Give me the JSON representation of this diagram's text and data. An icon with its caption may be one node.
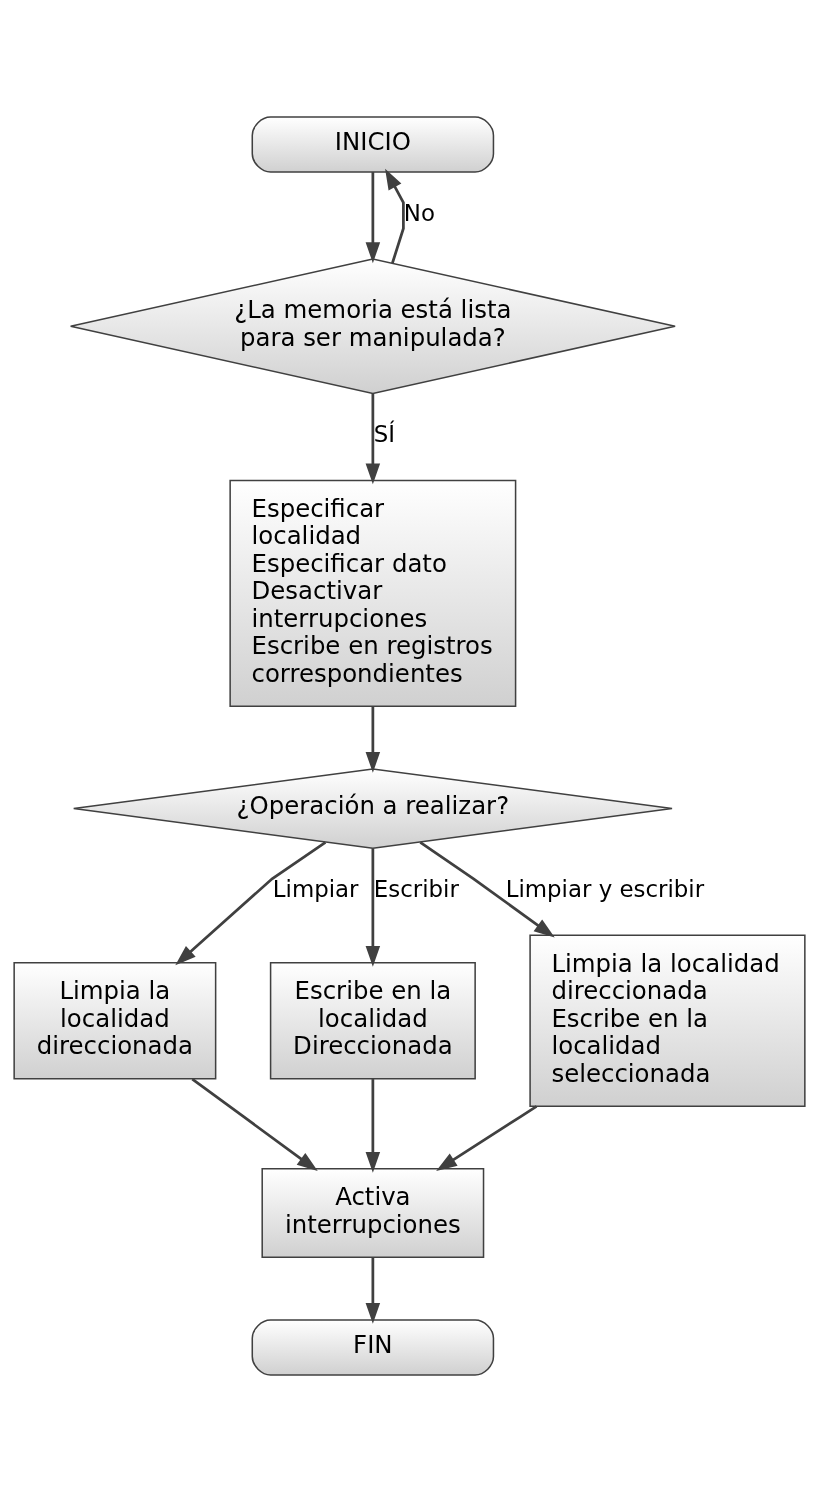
{
  "diagram": {
    "nodes": [
      {
        "text": [
          "INICIO"
        ]
      },
      {
        "text": [
          "¿La memoria está lista para ser manipulada?"
        ]
      },
      {
        "text": [
          "Especificar localidad",
          "Especificar dato",
          "Desactivar interrupciones",
          "Escribe en registros correspondientes"
        ]
      },
      {
        "text": [
          "¿Operación a realizar?"
        ]
      },
      {
        "text": [
          "Limpia la localidad direccionada"
        ]
      },
      {
        "text": [
          "Escribe en la localidad Direccionada"
        ]
      },
      {
        "text": [
          "Limpia la localidad direccionada",
          "Escribe en la localidad seleccionada"
        ]
      },
      {
        "text": [
          "Activa interrupciones"
        ]
      },
      {
        "text": [
          "FIN"
        ]
      }
    ],
    "edges": [
      {
        "from": 0,
        "to": 1,
        "arrow": "to"
      },
      {
        "from": 1,
        "to": 0,
        "arrow": "to",
        "label": "No"
      },
      {
        "from": 1,
        "to": 2,
        "arrow": "to",
        "label": "SÍ"
      },
      {
        "from": 2,
        "to": 3,
        "arrow": "to"
      },
      {
        "from": 3,
        "to": 4,
        "arrow": "to",
        "label": "Limpiar"
      },
      {
        "from": 3,
        "to": 5,
        "arrow": "to",
        "label": "Escribir"
      },
      {
        "from": 3,
        "to": 6,
        "arrow": "to",
        "label": "Limpiar y escribir"
      },
      {
        "from": 4,
        "to": 7,
        "arrow": "to"
      },
      {
        "from": 5,
        "to": 7,
        "arrow": "to"
      },
      {
        "from": 6,
        "to": 7,
        "arrow": "to"
      },
      {
        "from": 7,
        "to": 8,
        "arrow": "to"
      }
    ]
  }
}
